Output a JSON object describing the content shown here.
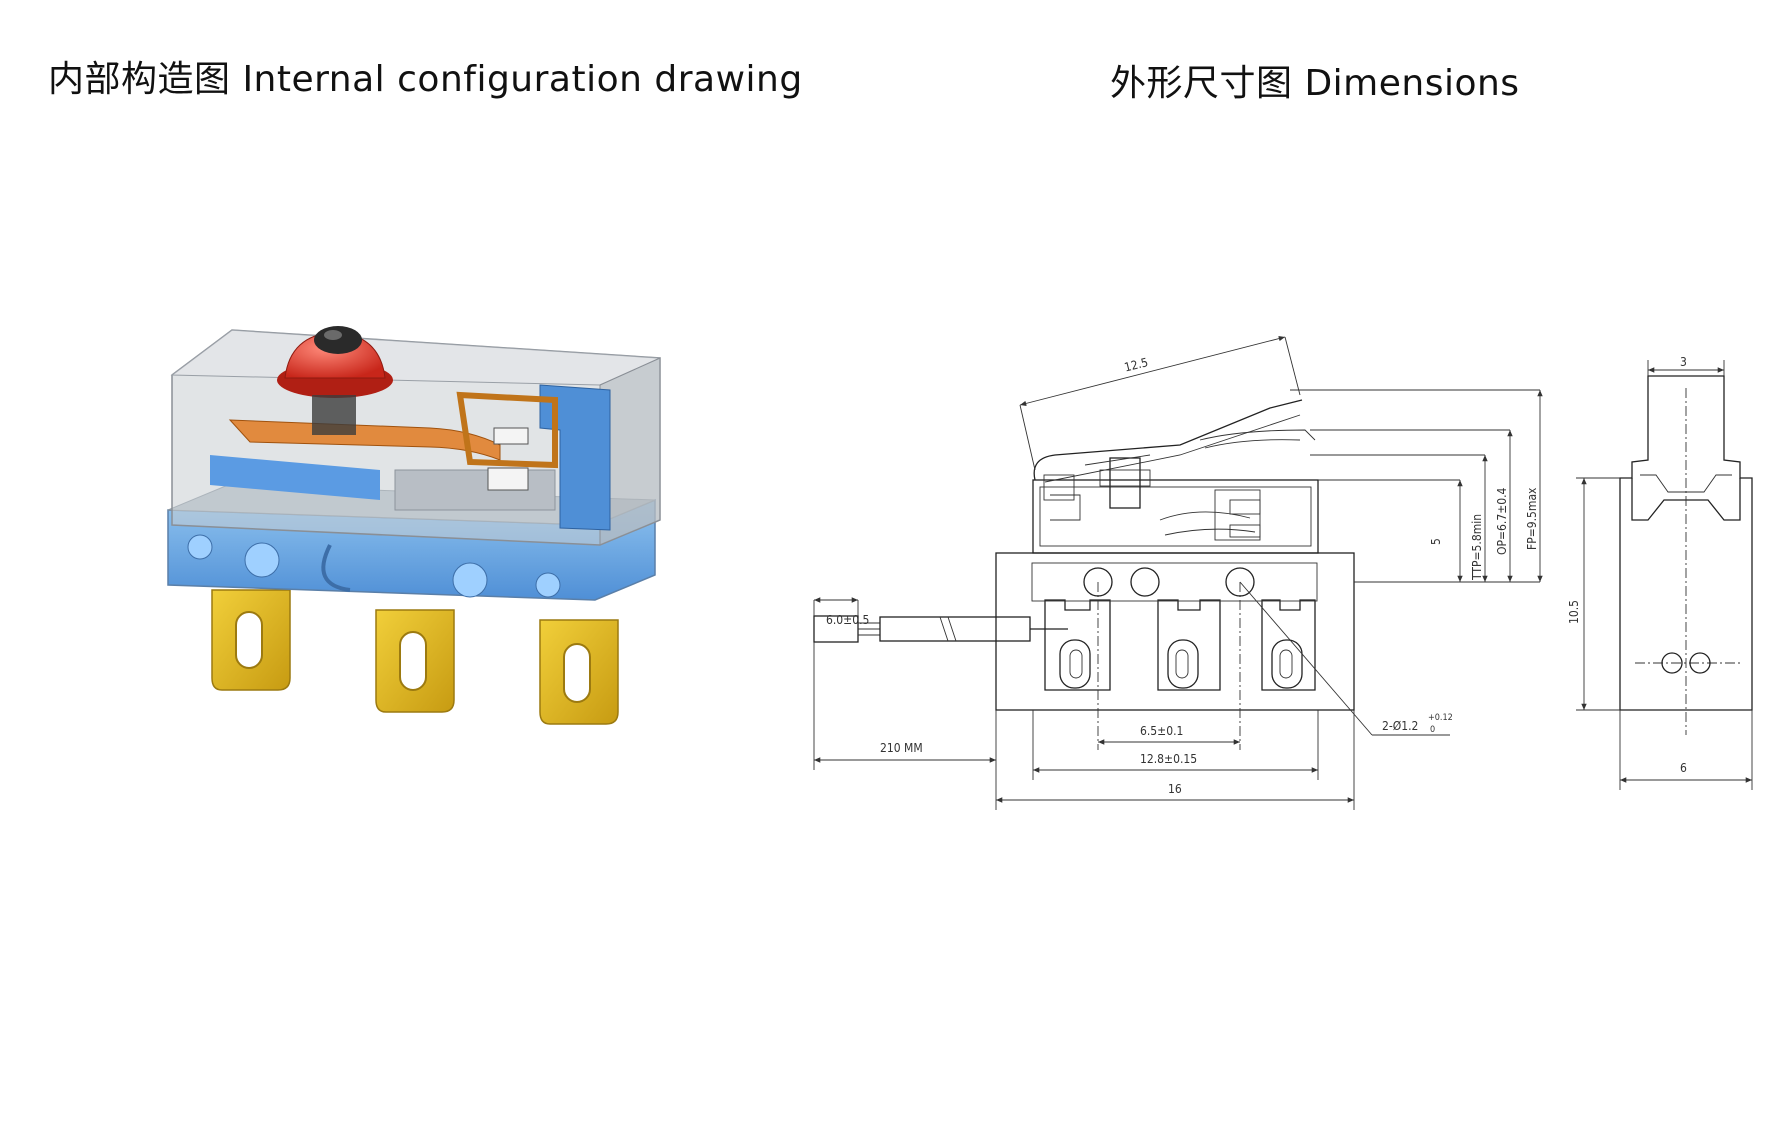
{
  "left_panel": {
    "title": "内部构造图 Internal configuration drawing"
  },
  "right_panel": {
    "title": "外形尺寸图 Dimensions"
  },
  "dimensions": {
    "lever_length": "12.5",
    "housing_width": "3",
    "operating_dim": "5",
    "ttp": "TTP=5.8min",
    "op": "OP=6.7±0.4",
    "fp": "FP=9.5max",
    "height": "10.5",
    "depth": "6",
    "connector_length": "6.0±0.5",
    "cable_length": "210 MM",
    "terminal_pitch": "6.5±0.1",
    "terminal_span": "12.8±0.15",
    "body_length": "16",
    "hole_spec": "2-Ø1.2",
    "hole_tol_upper": "+0.12",
    "hole_tol_lower": "0"
  }
}
